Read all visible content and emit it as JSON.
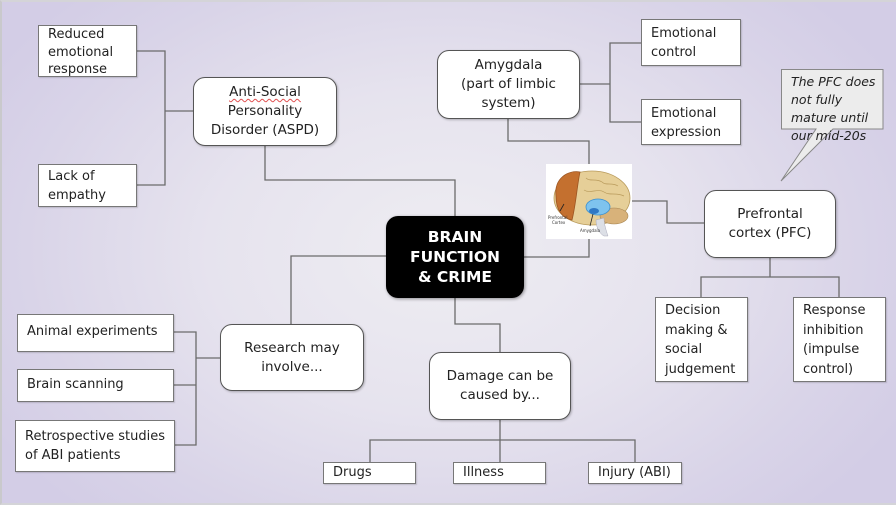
{
  "title": "BRAIN FUNCTION & CRIME",
  "center": {
    "lines": [
      "BRAIN",
      "FUNCTION",
      "& CRIME"
    ]
  },
  "aspd": {
    "label_line1": "Anti-Social",
    "label_line2": "Personality",
    "label_line3": "Disorder (ASPD)",
    "children": [
      "Reduced emotional response",
      "Lack of empathy"
    ]
  },
  "amygdala": {
    "label_line1": "Amygdala",
    "label_line2": "(part of limbic",
    "label_line3": "system)",
    "children": [
      "Emotional control",
      "Emotional expression"
    ]
  },
  "brain_image": {
    "alt": "Brain illustration",
    "labels": [
      "Prefrontal Cortex",
      "Amygdala"
    ],
    "colors": {
      "prefrontal": "#c8743a",
      "brain": "#e9d29e",
      "amygdala": "#6ab8e8"
    }
  },
  "pfc": {
    "label_line1": "Prefrontal",
    "label_line2": "cortex (PFC)",
    "callout": "The PFC does not fully mature until our mid-20s",
    "children": [
      "Decision making & social judgement",
      "Response inhibition (impulse control)"
    ]
  },
  "research": {
    "label_line1": "Research may",
    "label_line2": "involve...",
    "children": [
      "Animal experiments",
      "Brain scanning",
      "Retrospective studies of ABI patients"
    ]
  },
  "damage": {
    "label_line1": "Damage can be",
    "label_line2": "caused by...",
    "children": [
      "Drugs",
      "Illness",
      "Injury (ABI)"
    ]
  }
}
